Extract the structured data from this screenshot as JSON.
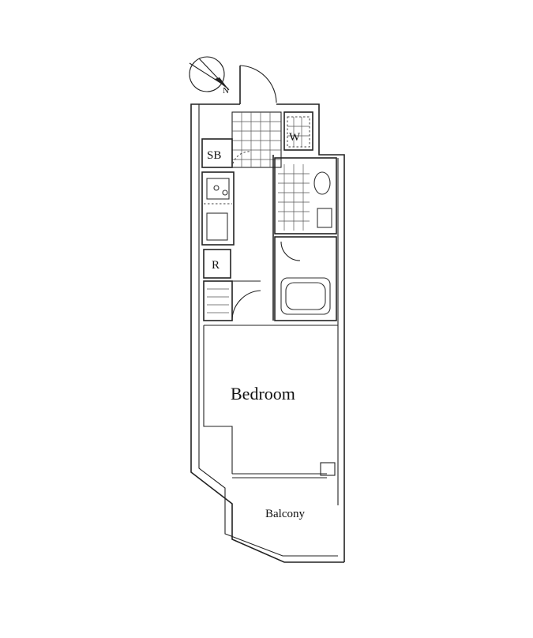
{
  "labels": {
    "sb": "SB",
    "w": "W",
    "r": "R",
    "bedroom": "Bedroom",
    "balcony": "Balcony"
  },
  "compass": {
    "icon": "north-arrow-icon",
    "direction_letter": "N"
  },
  "colors": {
    "line": "#222222",
    "background": "#ffffff"
  }
}
